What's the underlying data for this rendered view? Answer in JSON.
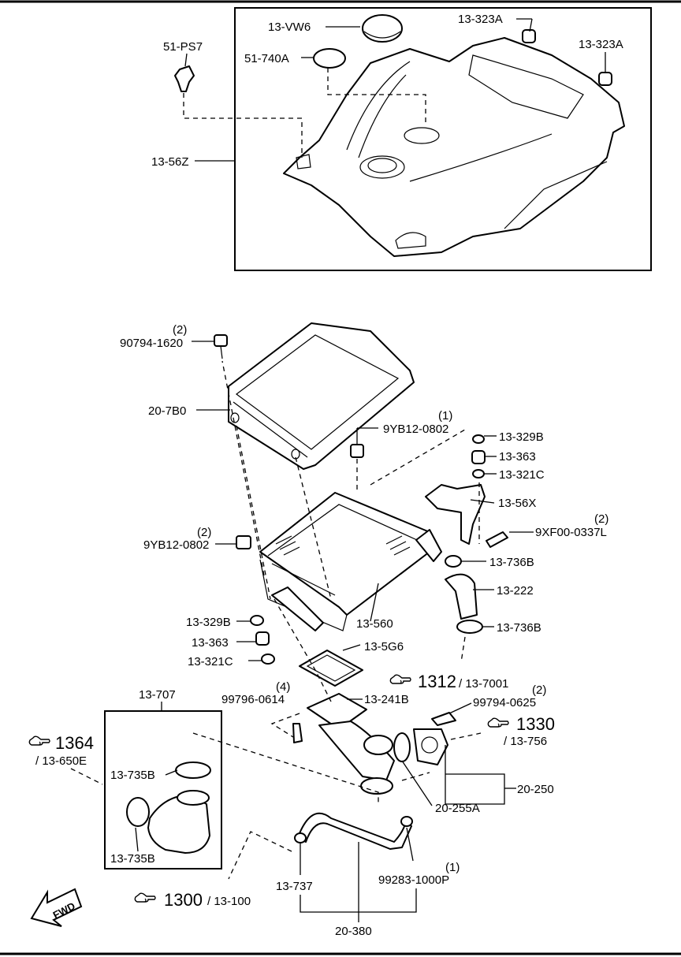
{
  "labels": {
    "l_13vw6": "13-VW6",
    "l_51ps7": "51-PS7",
    "l_51740a": "51-740A",
    "l_13323a_1": "13-323A",
    "l_13323a_2": "13-323A",
    "l_1356z": "13-56Z",
    "l_90794": "90794-1620",
    "l_90794_q": "(2)",
    "l_207b0": "20-7B0",
    "l_9yb12_1": "9YB12-0802",
    "l_9yb12_1_q": "(1)",
    "l_13329b_1": "13-329B",
    "l_13363_1": "13-363",
    "l_13321c_1": "13-321C",
    "l_1356x": "13-56X",
    "l_9xf00": "9XF00-0337L",
    "l_9xf00_q": "(2)",
    "l_9yb12_2": "9YB12-0802",
    "l_9yb12_2_q": "(2)",
    "l_13736b_1": "13-736B",
    "l_13222": "13-222",
    "l_13329b_2": "13-329B",
    "l_13560": "13-560",
    "l_13736b_2": "13-736B",
    "l_13363_2": "13-363",
    "l_135g6": "13-5G6",
    "l_13321c_2": "13-321C",
    "l_1312": "1312",
    "l_137001": "/ 13-7001",
    "l_13707": "13-707",
    "l_99796": "99796-0614",
    "l_99796_q": "(4)",
    "l_13241b": "13-241B",
    "l_99794": "99794-0625",
    "l_99794_q": "(2)",
    "l_1364": "1364",
    "l_13650e": "/ 13-650E",
    "l_1330": "1330",
    "l_13756": "/ 13-756",
    "l_13735b_1": "13-735B",
    "l_20250": "20-250",
    "l_20255a": "20-255A",
    "l_13735b_2": "13-735B",
    "l_1300": "1300",
    "l_13100": "/ 13-100",
    "l_13737": "13-737",
    "l_99283": "99283-1000P",
    "l_99283_q": "(1)",
    "l_20380": "20-380",
    "l_fwd": "FWD"
  },
  "icons": [
    "pointing-hand-icon",
    "fwd-arrow-icon"
  ]
}
